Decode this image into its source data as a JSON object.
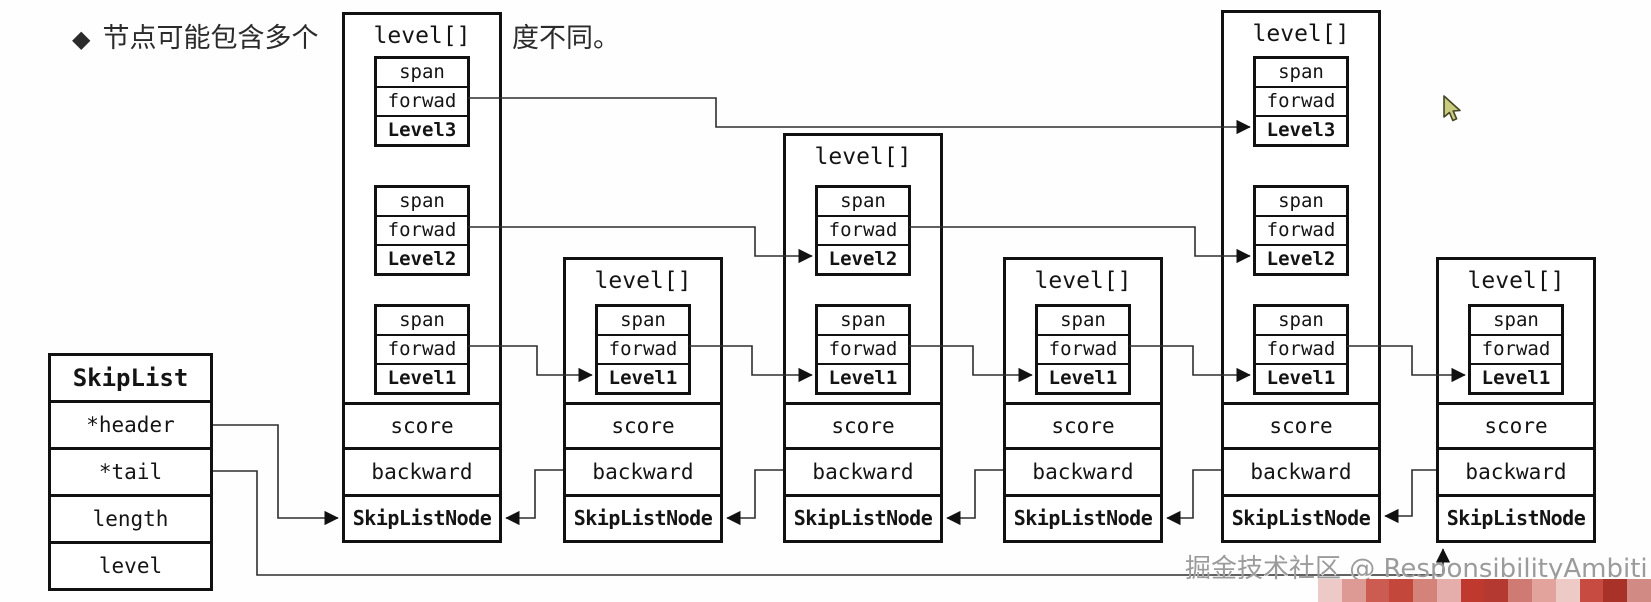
{
  "heading": {
    "bullet": "◆",
    "text_left": "节点可能包含多个",
    "text_right": "度不同。"
  },
  "skiplist": {
    "title": "SkipList",
    "fields": [
      "*header",
      "*tail",
      "length",
      "level"
    ]
  },
  "labels": {
    "level_array": "level[]",
    "span": "span",
    "forward": "forwad",
    "score": "score",
    "backward": "backward",
    "node_type": "SkipListNode"
  },
  "nodes": [
    {
      "levels": [
        "Level3",
        "Level2",
        "Level1"
      ]
    },
    {
      "levels": [
        "Level1"
      ]
    },
    {
      "levels": [
        "Level2",
        "Level1"
      ]
    },
    {
      "levels": [
        "Level1"
      ]
    },
    {
      "levels": [
        "Level3",
        "Level2",
        "Level1"
      ]
    },
    {
      "levels": [
        "Level1"
      ]
    }
  ],
  "watermark": "掘金技术社区 @ ResponsibilityAmbiti",
  "bottom_strip": {
    "colors": [
      "#edc9c7",
      "#dd9a94",
      "#cc5c52",
      "#c4473c",
      "#d4837b",
      "#e6aeaa",
      "#c0392f",
      "#b43a31",
      "#cf7a72",
      "#e2a39d",
      "#eecac7",
      "#c74b40",
      "#a83228",
      "#d28a84"
    ]
  },
  "colors": {
    "ink": "#141414",
    "connector": "#2e2e2e",
    "watermark_gray": "#9b9b9b",
    "cursor_fill": "#c9cb7d",
    "cursor_outline": "#454526"
  }
}
